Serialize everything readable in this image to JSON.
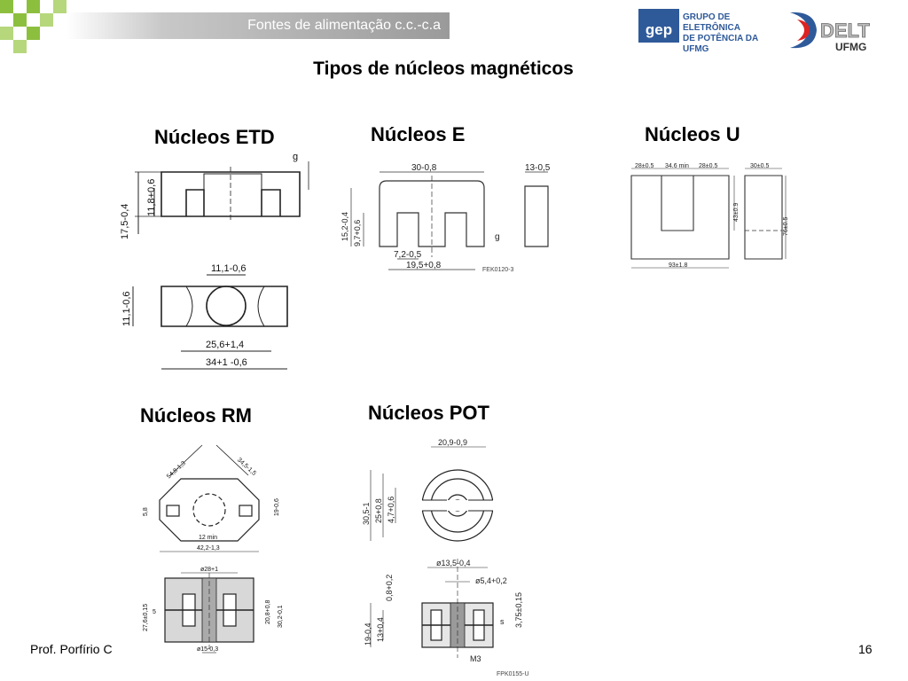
{
  "header": {
    "topbar_title": "Fontes de alimentação c.c.-c.a",
    "gep_logo_text": "gep",
    "gep_name_line1": "GRUPO DE ELETRÔNICA",
    "gep_name_line2": "DE POTÊNCIA DA UFMG",
    "delt_logo_text": "DELT",
    "ufmg_text": "UFMG"
  },
  "slide": {
    "title": "Tipos de núcleos magnéticos",
    "page_number": "16",
    "footer_author": "Prof. Porfírio C"
  },
  "cores": {
    "etd": {
      "label": "Núcleos ETD",
      "dims": [
        "17,5-0,4",
        "11,8+0,6",
        "g",
        "11,1-0,6",
        "11,1-0,6",
        "25,6+1,4",
        "34+1 -0,6"
      ]
    },
    "e": {
      "label": "Núcleos E",
      "dims": [
        "30-0,8",
        "13-0,5",
        "15,2-0,4",
        "9,7+0,6",
        "g",
        "7,2-0,5",
        "19,5+0,8",
        "FEK0120-3"
      ]
    },
    "u": {
      "label": "Núcleos U",
      "dims": [
        "28±0.5",
        "34.6 min",
        "28±0.5",
        "30±0.5",
        "43±0.9",
        "76±0.5",
        "93±1.8"
      ]
    },
    "rm": {
      "label": "Núcleos RM",
      "dims": [
        "54,8-1,3",
        "34,5-1,5",
        "5,8",
        "19-0,6",
        "12 min",
        "42,2-1,3",
        "ø28+1",
        "27,6±0,15",
        "20,8+0,8",
        "30,2-0,1",
        "5",
        "ø15-0,3"
      ]
    },
    "pot": {
      "label": "Núcleos POT",
      "dims": [
        "20,9-0,9",
        "30,5-1",
        "25+0,8",
        "4,7+0,6",
        "ø13,5-0,4",
        "ø5,4+0,2",
        "0,8+0,2",
        "3,75±0,15",
        "19-0,4",
        "13+0,4",
        "s",
        "M3",
        "FPK0155-U"
      ]
    }
  }
}
